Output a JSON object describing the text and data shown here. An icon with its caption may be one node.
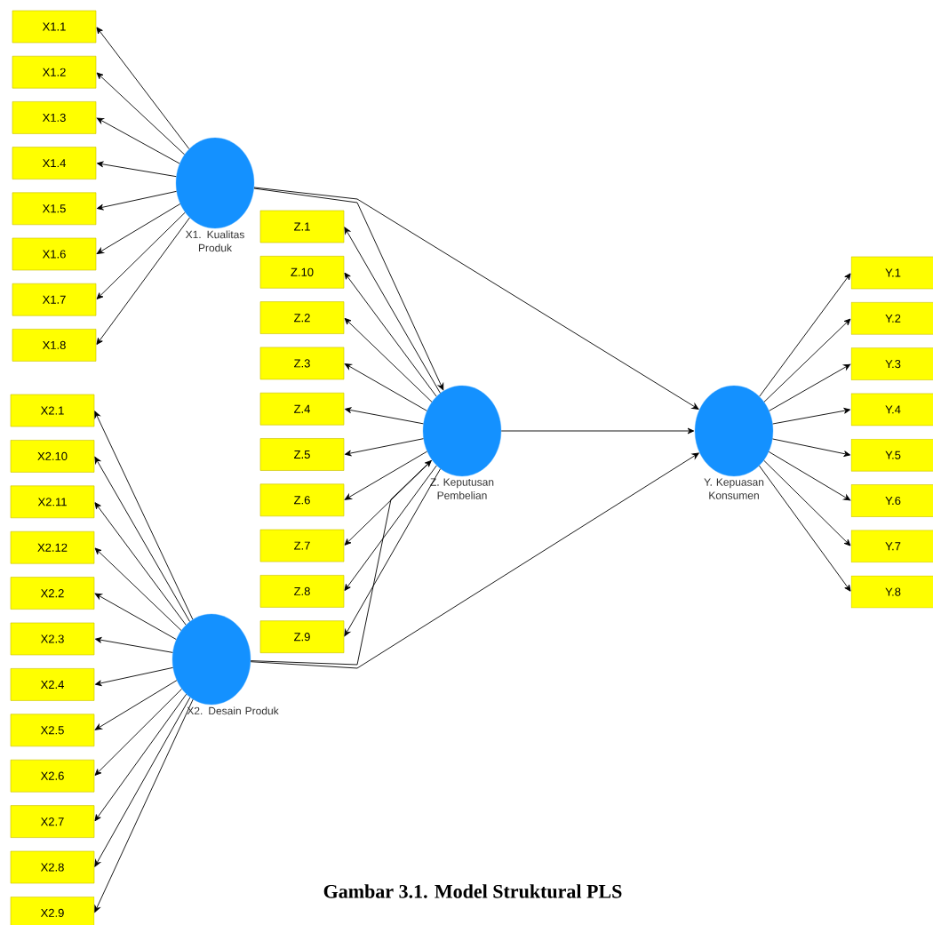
{
  "diagram": {
    "caption": "Gambar 3.1. Model Struktural PLS",
    "nodes": [
      {
        "text": [
          "X1. Kualitas Produk"
        ]
      },
      {
        "text": [
          "X2. Desain Produk"
        ]
      },
      {
        "text": [
          "Z. Keputusan Pembelian"
        ]
      },
      {
        "text": [
          "Y. Kepuasan Konsumen"
        ]
      },
      {
        "text": [
          "X1.1"
        ]
      },
      {
        "text": [
          "X1.2"
        ]
      },
      {
        "text": [
          "X1.3"
        ]
      },
      {
        "text": [
          "X1.4"
        ]
      },
      {
        "text": [
          "X1.5"
        ]
      },
      {
        "text": [
          "X1.6"
        ]
      },
      {
        "text": [
          "X1.7"
        ]
      },
      {
        "text": [
          "X1.8"
        ]
      },
      {
        "text": [
          "X2.1"
        ]
      },
      {
        "text": [
          "X2.10"
        ]
      },
      {
        "text": [
          "X2.11"
        ]
      },
      {
        "text": [
          "X2.12"
        ]
      },
      {
        "text": [
          "X2.2"
        ]
      },
      {
        "text": [
          "X2.3"
        ]
      },
      {
        "text": [
          "X2.4"
        ]
      },
      {
        "text": [
          "X2.5"
        ]
      },
      {
        "text": [
          "X2.6"
        ]
      },
      {
        "text": [
          "X2.7"
        ]
      },
      {
        "text": [
          "X2.8"
        ]
      },
      {
        "text": [
          "X2.9"
        ]
      },
      {
        "text": [
          "Z.1"
        ]
      },
      {
        "text": [
          "Z.10"
        ]
      },
      {
        "text": [
          "Z.2"
        ]
      },
      {
        "text": [
          "Z.3"
        ]
      },
      {
        "text": [
          "Z.4"
        ]
      },
      {
        "text": [
          "Z.5"
        ]
      },
      {
        "text": [
          "Z.6"
        ]
      },
      {
        "text": [
          "Z.7"
        ]
      },
      {
        "text": [
          "Z.8"
        ]
      },
      {
        "text": [
          "Z.9"
        ]
      },
      {
        "text": [
          "Y.1"
        ]
      },
      {
        "text": [
          "Y.2"
        ]
      },
      {
        "text": [
          "Y.3"
        ]
      },
      {
        "text": [
          "Y.4"
        ]
      },
      {
        "text": [
          "Y.5"
        ]
      },
      {
        "text": [
          "Y.6"
        ]
      },
      {
        "text": [
          "Y.7"
        ]
      },
      {
        "text": [
          "Y.8"
        ]
      }
    ],
    "edges": [
      {
        "from": 0,
        "to": 2,
        "arrow": "to"
      },
      {
        "from": 1,
        "to": 2,
        "arrow": "to"
      },
      {
        "from": 0,
        "to": 3,
        "arrow": "to"
      },
      {
        "from": 2,
        "to": 3,
        "arrow": "to"
      },
      {
        "from": 1,
        "to": 3,
        "arrow": "to"
      },
      {
        "from": 0,
        "to": 4,
        "arrow": "to"
      },
      {
        "from": 0,
        "to": 5,
        "arrow": "to"
      },
      {
        "from": 0,
        "to": 6,
        "arrow": "to"
      },
      {
        "from": 0,
        "to": 7,
        "arrow": "to"
      },
      {
        "from": 0,
        "to": 8,
        "arrow": "to"
      },
      {
        "from": 0,
        "to": 9,
        "arrow": "to"
      },
      {
        "from": 0,
        "to": 10,
        "arrow": "to"
      },
      {
        "from": 0,
        "to": 11,
        "arrow": "to"
      },
      {
        "from": 1,
        "to": 12,
        "arrow": "to"
      },
      {
        "from": 1,
        "to": 13,
        "arrow": "to"
      },
      {
        "from": 1,
        "to": 14,
        "arrow": "to"
      },
      {
        "from": 1,
        "to": 15,
        "arrow": "to"
      },
      {
        "from": 1,
        "to": 16,
        "arrow": "to"
      },
      {
        "from": 1,
        "to": 17,
        "arrow": "to"
      },
      {
        "from": 1,
        "to": 18,
        "arrow": "to"
      },
      {
        "from": 1,
        "to": 19,
        "arrow": "to"
      },
      {
        "from": 1,
        "to": 20,
        "arrow": "to"
      },
      {
        "from": 1,
        "to": 21,
        "arrow": "to"
      },
      {
        "from": 1,
        "to": 22,
        "arrow": "to"
      },
      {
        "from": 1,
        "to": 23,
        "arrow": "to"
      },
      {
        "from": 2,
        "to": 24,
        "arrow": "to"
      },
      {
        "from": 2,
        "to": 25,
        "arrow": "to"
      },
      {
        "from": 2,
        "to": 26,
        "arrow": "to"
      },
      {
        "from": 2,
        "to": 27,
        "arrow": "to"
      },
      {
        "from": 2,
        "to": 28,
        "arrow": "to"
      },
      {
        "from": 2,
        "to": 29,
        "arrow": "to"
      },
      {
        "from": 2,
        "to": 30,
        "arrow": "to"
      },
      {
        "from": 2,
        "to": 31,
        "arrow": "to"
      },
      {
        "from": 2,
        "to": 32,
        "arrow": "to"
      },
      {
        "from": 2,
        "to": 33,
        "arrow": "to"
      },
      {
        "from": 3,
        "to": 34,
        "arrow": "to"
      },
      {
        "from": 3,
        "to": 35,
        "arrow": "to"
      },
      {
        "from": 3,
        "to": 36,
        "arrow": "to"
      },
      {
        "from": 3,
        "to": 37,
        "arrow": "to"
      },
      {
        "from": 3,
        "to": 38,
        "arrow": "to"
      },
      {
        "from": 3,
        "to": 39,
        "arrow": "to"
      },
      {
        "from": 3,
        "to": 40,
        "arrow": "to"
      },
      {
        "from": 3,
        "to": 41,
        "arrow": "to"
      }
    ]
  }
}
